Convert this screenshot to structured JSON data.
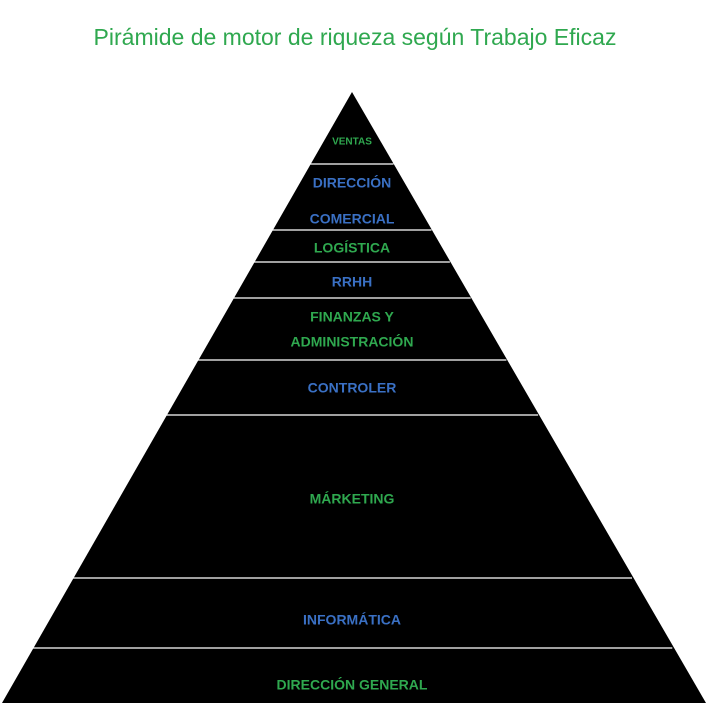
{
  "title": "Pirámide de motor de riqueza según Trabajo Eficaz",
  "colors": {
    "title": "#2fa84f",
    "green_label": "#2fa84f",
    "blue_label": "#3a70c4",
    "pyramid_fill": "#000000",
    "separator": "#ffffff"
  },
  "pyramid": {
    "levels": [
      {
        "lines": [
          "VENTAS"
        ],
        "color": "green"
      },
      {
        "lines": [
          "DIRECCIÓN",
          "COMERCIAL"
        ],
        "color": "blue"
      },
      {
        "lines": [
          "LOGÍSTICA"
        ],
        "color": "green"
      },
      {
        "lines": [
          "RRHH"
        ],
        "color": "blue"
      },
      {
        "lines": [
          "FINANZAS Y",
          "ADMINISTRACIÓN"
        ],
        "color": "green"
      },
      {
        "lines": [
          "CONTROLER"
        ],
        "color": "blue"
      },
      {
        "lines": [
          "MÁRKETING"
        ],
        "color": "green"
      },
      {
        "lines": [
          "INFORMÁTICA"
        ],
        "color": "blue"
      },
      {
        "lines": [
          "DIRECCIÓN GENERAL"
        ],
        "color": "green"
      }
    ]
  }
}
